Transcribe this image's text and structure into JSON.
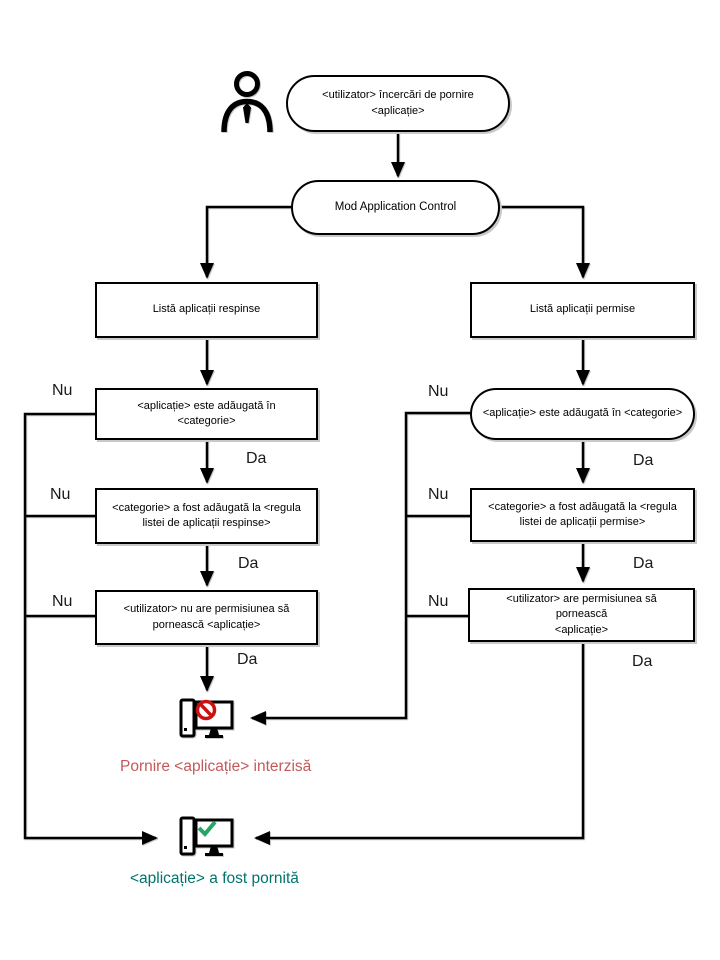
{
  "labels": {
    "yes": "Da",
    "no": "Nu"
  },
  "nodes": {
    "start": "<utilizator> încercări de pornire\n<aplicație>",
    "mode": "Mod Application Control",
    "denied_list": "Listă aplicații respinse",
    "allowed_list": "Listă aplicații permise",
    "denied_category": "<aplicație> este adăugată în <categorie>",
    "denied_rule": "<categorie> a fost adăugată la <regula\nlistei de aplicații respinse>",
    "denied_permission": "<utilizator> nu are permisiunea să\npornească <aplicație>",
    "allowed_category": "<aplicație> este adăugată în <categorie>",
    "allowed_rule": "<categorie> a fost adăugată la <regula\nlistei de aplicații permise>",
    "allowed_permission": "<utilizator> are permisiunea să pornească\n<aplicație>",
    "denied_caption": "Pornire <aplicație> interzisă",
    "allowed_caption": "<aplicație> a fost pornită"
  },
  "icons": {
    "user": "user-icon",
    "blocked": "computer-blocked-icon",
    "allowed": "computer-check-icon"
  },
  "colors": {
    "line": "#000000",
    "shadow": "#c9c9c9",
    "denied_text": "#c4595b",
    "denied_sign": "#cc1111",
    "allowed_text": "#00756b",
    "allowed_check": "#27a567"
  }
}
